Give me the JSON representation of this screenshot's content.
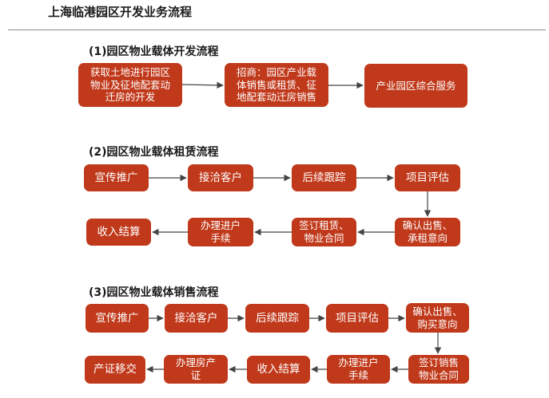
{
  "header": {
    "title": "上海临港园区开发业务流程"
  },
  "sections": [
    {
      "title": "(1)园区物业载体开发流程",
      "steps": [
        "获取土地进行园区\n物业及征地配套动\n迁房的开发",
        "招商：园区产业载\n体销售或租赁、征\n地配套动迁房销售",
        "产业园区综合服务"
      ]
    },
    {
      "title": "(2)园区物业载体租赁流程",
      "steps": [
        "宣传推广",
        "接洽客户",
        "后续跟踪",
        "项目评估",
        "确认出售、\n承租意向",
        "签订租赁、\n物业合同",
        "办理进户\n手续",
        "收入结算"
      ]
    },
    {
      "title": "(3)园区物业载体销售流程",
      "steps": [
        "宣传推广",
        "接洽客户",
        "后续跟踪",
        "项目评估",
        "确认出售、\n购买意向",
        "签订销售\n物业合同",
        "办理进户\n手续",
        "收入结算",
        "办理房产\n证",
        "产证移交"
      ]
    }
  ],
  "colors": {
    "box": "#c0391b",
    "arrow": "#444444",
    "text": "#ffffff"
  }
}
